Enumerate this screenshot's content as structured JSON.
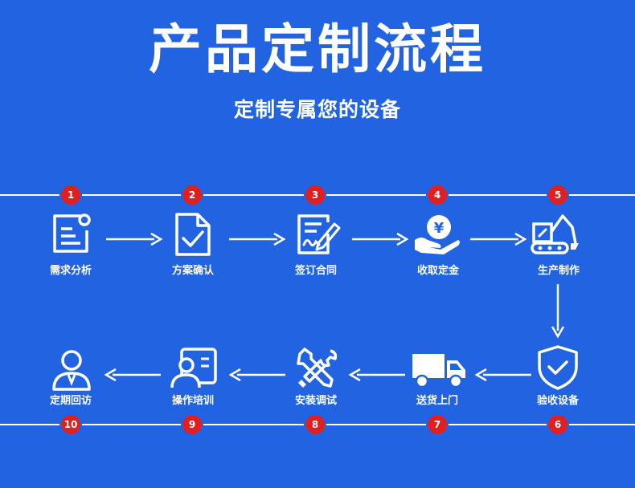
{
  "title": "产品定制流程",
  "subtitle": "定制专属您的设备",
  "colors": {
    "background": "#2163e0",
    "badge": "#e02020",
    "foreground": "#ffffff"
  },
  "steps": [
    {
      "number": "1",
      "label": "需求分析",
      "icon": "document-icon"
    },
    {
      "number": "2",
      "label": "方案确认",
      "icon": "checked-document-icon"
    },
    {
      "number": "3",
      "label": "签订合同",
      "icon": "contract-sign-icon"
    },
    {
      "number": "4",
      "label": "收取定金",
      "icon": "yuan-coin-hand-icon"
    },
    {
      "number": "5",
      "label": "生产制作",
      "icon": "excavator-icon"
    },
    {
      "number": "6",
      "label": "验收设备",
      "icon": "shield-check-icon"
    },
    {
      "number": "7",
      "label": "送货上门",
      "icon": "delivery-truck-icon"
    },
    {
      "number": "8",
      "label": "安装调试",
      "icon": "wrench-screwdriver-icon"
    },
    {
      "number": "9",
      "label": "操作培训",
      "icon": "training-person-icon"
    },
    {
      "number": "10",
      "label": "定期回访",
      "icon": "user-icon"
    }
  ],
  "coin_symbol": "¥"
}
